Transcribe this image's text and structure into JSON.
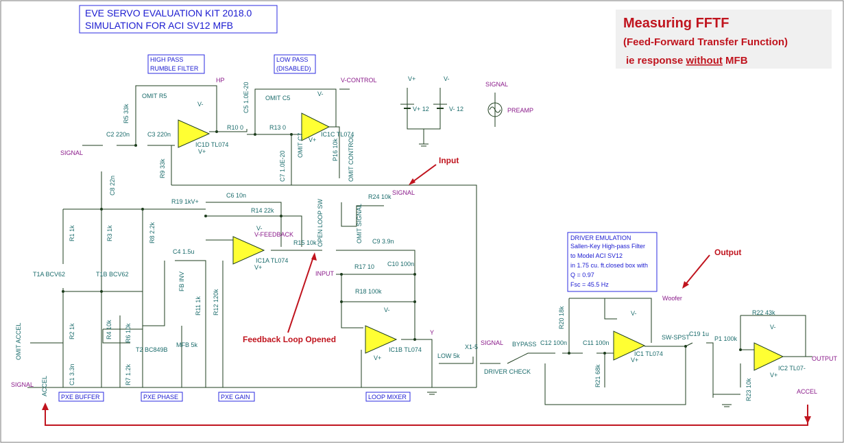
{
  "title": {
    "line1": "EVE SERVO EVALUATION KIT 2018.0",
    "line2": "SIMULATION FOR ACI SV12 MFB"
  },
  "note": {
    "heading": "Measuring FFTF",
    "sub1": "(Feed-Forward Transfer Function)",
    "sub2_pre": "ie response ",
    "sub2_under": "without",
    "sub2_post": " MFB"
  },
  "blocks": {
    "high_pass": [
      "HIGH PASS",
      "RUMBLE FILTER"
    ],
    "low_pass": [
      "LOW PASS",
      "(DISABLED)"
    ],
    "pxe_buffer": "PXE BUFFER",
    "pxe_phase": "PXE PHASE",
    "pxe_gain": "PXE GAIN",
    "loop_mixer": "LOOP MIXER",
    "driver_emulation": [
      "DRIVER EMULATION",
      "Sallen-Key High-pass Filter",
      "to Model ACI SV12",
      "in 1.75 cu. ft.closed box with",
      "Q = 0.97",
      "Fsc = 45.5 Hz"
    ]
  },
  "annotations": {
    "input": "Input",
    "output": "Output",
    "feedback": "Feedback Loop Opened"
  },
  "labels": {
    "hp": "HP",
    "v_control": "V-CONTROL",
    "v_feedback": "V-FEEDBACK",
    "signal": "SIGNAL",
    "preamp": "PREAMP",
    "input_port": "INPUT",
    "y": "Y",
    "woofer": "Woofer",
    "output": "OUTPUT",
    "accel": "ACCEL",
    "omit_accel": "OMIT ACCEL",
    "omit_signal": "OMIT SIGNAL",
    "omit_control": "OMIT CONTROL",
    "open_loop_sw": "OPEN LOOP SW",
    "fb_inv": "FB INV",
    "bypass": "BYPASS",
    "driver_check": "DRIVER CHECK",
    "sw_spst": "SW-SPST",
    "x1_5": "X1-5",
    "vplus": "V+",
    "vminus": "V-",
    "vplus12": "V+ 12",
    "vminus12": "V- 12"
  },
  "components": {
    "omit_r5": "OMIT R5",
    "r5": "R5 33k",
    "c2": "C2 220n",
    "c3": "C3 220n",
    "r9": "R9 33k",
    "ic1d": "IC1D TL074",
    "r10": "R10 0",
    "omit_c5": "OMIT C5",
    "c5": "C5 1.0E-20",
    "r13": "R13 0",
    "omit_c7": "OMIT C7",
    "c7": "C7 1.0E-20",
    "ic1c": "IC1C TL074",
    "p16": "P16 10k",
    "c8": "C8 22n",
    "r19": "R19 1kV+",
    "c6": "C6 10n",
    "r14": "R14 22k",
    "r1": "R1 1k",
    "r3": "R3 1k",
    "r8": "R8 2.2k",
    "c4": "C4 1.5u",
    "ic1a": "IC1A TL074",
    "r15": "R15 10k",
    "r24": "R24 10k",
    "c9": "C9 3.9n",
    "r17": "R17 10",
    "c10": "C10 100n",
    "r18": "R18 100k",
    "t1a": "T1A BCV62",
    "t1b": "T1B BCV62",
    "r11": "R11 1k",
    "r12": "R12 120k",
    "r4": "R4 10k",
    "r6": "R6 10k",
    "t2": "T2 BC849B",
    "mfb": "MFB 5k",
    "r2": "R2 1k",
    "c1": "C1 3.3n",
    "r7": "R7 1.2k",
    "ic1b": "IC1B TL074",
    "low5k": "LOW 5k",
    "c12": "C12 100n",
    "c11": "C11 100n",
    "r20": "R20 18k",
    "r21": "R21 68k",
    "ic1": "IC1 TL074",
    "c19": "C19 1u",
    "p1": "P1 100k",
    "r22": "R22 43k",
    "r23": "R23 10k",
    "ic2": "IC2 TL07-"
  }
}
